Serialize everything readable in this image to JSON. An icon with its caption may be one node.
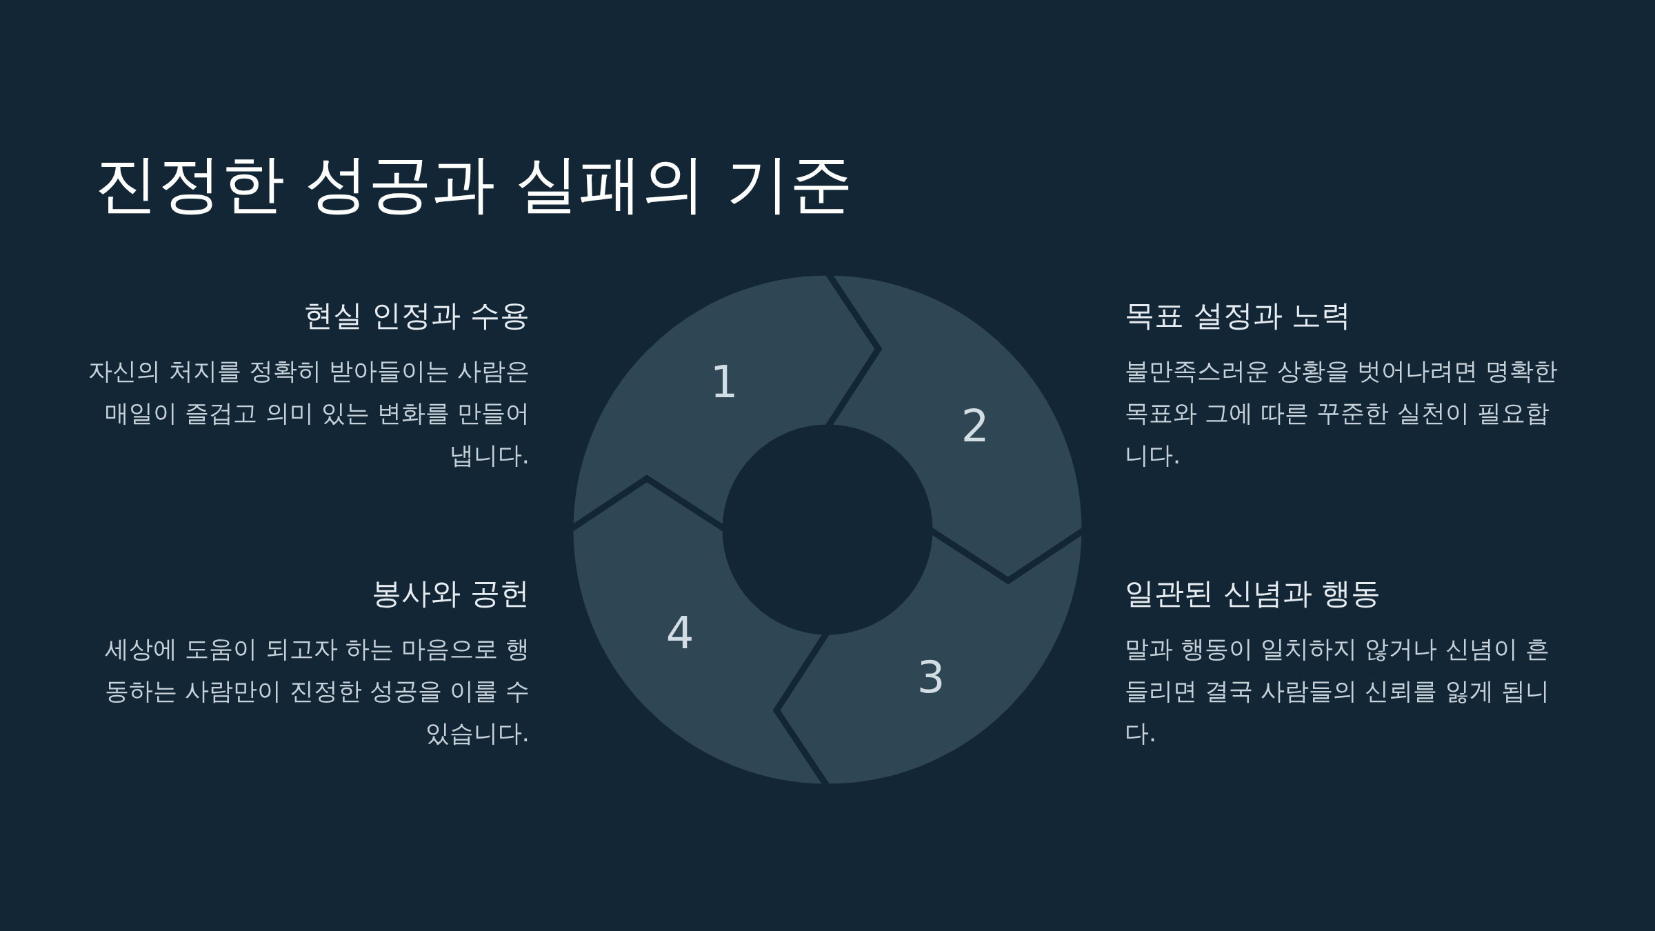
{
  "diagram": {
    "title": "진정한 성공과 실패의 기준",
    "nodes": [
      {
        "text": [
          "1"
        ],
        "beside": [
          "현실 인정과 수용",
          "자신의 처지를 정확히 받아들이는 사람은 매일이 즐겁고 의미 있는 변화를 만들어냅니다."
        ]
      },
      {
        "text": [
          "2"
        ],
        "beside": [
          "목표 설정과 노력",
          "불만족스러운 상황을 벗어나려면 명확한 목표와 그에 따른 꾸준한 실천이 필요합니다."
        ]
      },
      {
        "text": [
          "3"
        ],
        "beside": [
          "일관된 신념과 행동",
          "말과 행동이 일치하지 않거나 신념이 흔들리면 결국 사람들의 신뢰를 잃게 됩니다."
        ]
      },
      {
        "text": [
          "4"
        ],
        "beside": [
          "봉사와 공헌",
          "세상에 도움이 되고자 하는 마음으로 행동하는 사람만이 진정한 성공을 이룰 수 있습니다."
        ]
      }
    ],
    "edges": []
  }
}
